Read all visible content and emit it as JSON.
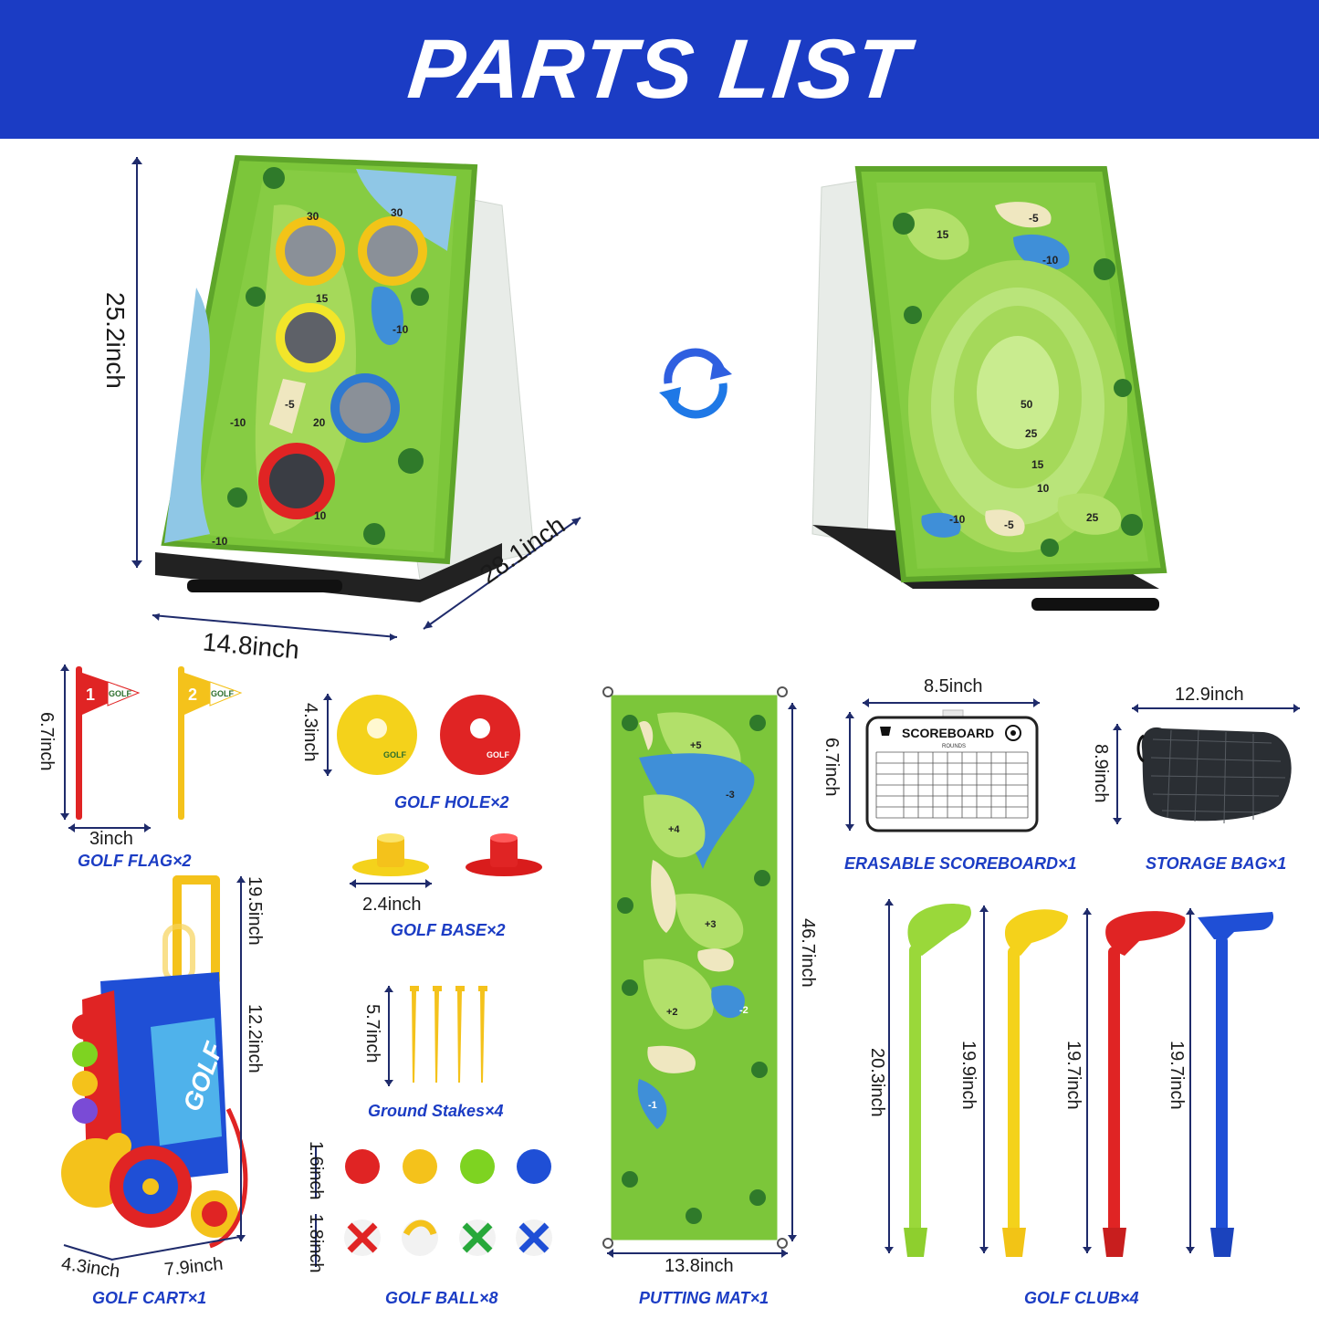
{
  "header": {
    "title": "PARTS LIST"
  },
  "board": {
    "height": "25.2inch",
    "width": "14.8inch",
    "depth": "28.1inch",
    "front_labels": [
      "30",
      "30",
      "15",
      "-10",
      "-5",
      "20",
      "-10",
      "10",
      "-10"
    ],
    "back_labels": [
      "15",
      "-5",
      "-10",
      "50",
      "25",
      "15",
      "10",
      "-10",
      "-5",
      "25"
    ]
  },
  "flag": {
    "height": "6.7inch",
    "width": "3inch",
    "caption": "GOLF FLAG×2",
    "numbers": [
      "1",
      "2"
    ],
    "text": "GOLF"
  },
  "hole": {
    "size": "4.3inch",
    "caption": "GOLF HOLE×2",
    "text": "GOLF"
  },
  "base": {
    "size": "2.4inch",
    "caption": "GOLF BASE×2"
  },
  "stakes": {
    "size": "5.7inch",
    "caption": "Ground Stakes×4"
  },
  "balls": {
    "size_a": "1.6inch",
    "size_b": "1.8inch",
    "caption": "GOLF BALL×8"
  },
  "mat": {
    "length": "46.7inch",
    "width": "13.8inch",
    "caption": "PUTTING MAT×1",
    "labels": [
      "+5",
      "-3",
      "+4",
      "+3",
      "+2",
      "-2",
      "-1"
    ]
  },
  "scoreboard": {
    "width": "8.5inch",
    "height": "6.7inch",
    "caption": "ERASABLE SCOREBOARD×1",
    "title": "SCOREBOARD",
    "subtitle": "ROUNDS"
  },
  "bag": {
    "width": "12.9inch",
    "height": "8.9inch",
    "caption": "STORAGE BAG×1"
  },
  "cart": {
    "height_full": "19.5inch",
    "height_body": "12.2inch",
    "depth": "4.3inch",
    "width": "7.9inch",
    "caption": "GOLF CART×1",
    "text": "GOLF"
  },
  "clubs": {
    "lengths": [
      "20.3inch",
      "19.9inch",
      "19.7inch",
      "19.7inch"
    ],
    "caption": "GOLF CLUB×4"
  },
  "colors": {
    "banner": "#1b3cc4",
    "caption": "#1b3cc4",
    "grass": "#7cc63a",
    "red": "#e02424",
    "yellow": "#f4c21b",
    "blue": "#1f4fd6",
    "lime": "#9ad83a"
  }
}
